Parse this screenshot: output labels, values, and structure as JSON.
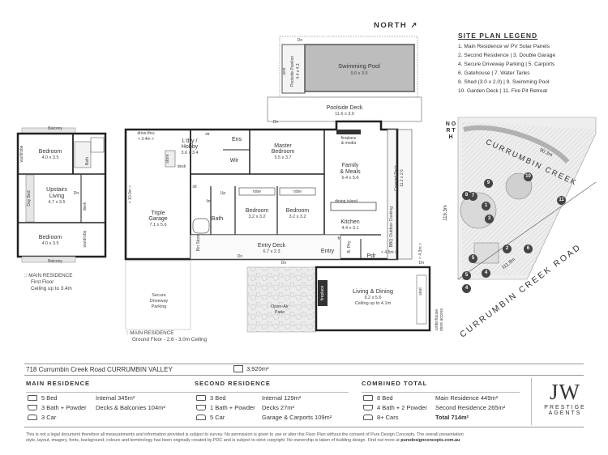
{
  "north_label": "NORTH ↗",
  "legend": {
    "title": "SITE PLAN LEGEND",
    "lines": [
      "1. Main Residence w/ PV Solar Panels",
      "2. Second Residence  |  3. Double Garage",
      "4. Secure Driveway Parking  |  5. Carports",
      "6. Gatehouse  |  7. Water Tanks",
      "8. Shed (3.0 x 2.0)  |  9. Swimming Pool",
      "10. Garden Deck  |  11. Fire Pit Retreat"
    ]
  },
  "site_map": {
    "north": "N O R T H",
    "creek": "CURRUMBIN CREEK",
    "road": "CURRUMBIN CREEK ROAD",
    "dim_creek": "90.3m",
    "dim_side": "119.3m",
    "dim_road": "111.8m",
    "markers": [
      "1",
      "2",
      "3",
      "4",
      "5",
      "6",
      "7",
      "8",
      "9",
      "10",
      "11",
      "5",
      "4"
    ]
  },
  "first_floor": {
    "rooms": {
      "balcony_top": "Balcony",
      "bedroom1": "Bedroom",
      "bedroom1_dim": "4.0 x 3.5",
      "wardrobe1": "wardrobe",
      "bath": "Bath",
      "upstairs_living": "Upstairs",
      "upstairs_living2": "Living",
      "upstairs_dim": "4.7 x 3.5",
      "day_bed": "Day Bed",
      "dn": "Dn",
      "desk": "desk",
      "bedroom2": "Bedroom",
      "bedroom2_dim": "4.0 x 3.5",
      "wardrobe2": "wardrobe",
      "balcony_bottom": "Balcony"
    },
    "caption1": ":: MAIN RESIDENCE",
    "caption2": "First Floor",
    "caption3": "Ceiling up to 3.4m"
  },
  "ground_floor": {
    "rooms": {
      "pool_pavilion": "Poolside Pavilion",
      "pool_pavilion_dim": "4.4 x 4.3",
      "sink": "sink",
      "dn_top": "Dn",
      "pool": "Swimming Pool",
      "pool_dim": "9.0 x 3.5",
      "pool_deck": "Poolside Deck",
      "pool_deck_dim": "11.6 x 3.0",
      "dn_deck": "Dn",
      "drive_thru": "drive-thru",
      "drive_thru_dim": "< 3.4m >",
      "garage_width": "< 10.9m >",
      "triple_garage": "Triple",
      "triple_garage2": "Garage",
      "garage_dim": "7.1 x 5.6",
      "store": "store",
      "bin_store": "Bin Store",
      "ldry": "L'dry /",
      "ldry2": "Hobby",
      "ldry_dim": "3.6 x 3.4",
      "desk": "desk",
      "str": "str",
      "ens": "Ens",
      "wir": "Wir",
      "master": "Master",
      "master2": "Bedroom",
      "master_dim": "5.5 x 3.7",
      "fireplace_media": "fireplace",
      "fireplace_media2": "& media",
      "family": "Family",
      "family2": "& Meals",
      "family_dim": "6.4 x 5.6",
      "covered_deck": "Covered Deck",
      "covered_deck_dim": "11.2 x 2.6",
      "dining_island": "dining island",
      "kitchen": "Kitchen",
      "kitchen_dim": "4.4 x 3.1",
      "outdoor_cooking": "Outdoor Cooking",
      "bbq": "BBQ",
      "stl": "stl",
      "up": "Up",
      "lin": "lin",
      "bath": "Bath",
      "robe1": "robe",
      "robe2": "robe",
      "bedroom1": "Bedroom",
      "bedroom1_dim": "3.2 x 3.2",
      "bedroom2": "Bedroom",
      "bedroom2_dim": "3.2 x 3.2",
      "fr": "fr",
      "pantry": "B. Ptry",
      "pdr": "Pdr",
      "entry": "Entry",
      "entry_deck": "Entry Deck",
      "entry_deck_dim": "6.7 x 2.3",
      "dn_a": "Dn",
      "dn_b": "Dn",
      "dn_c": "Dn",
      "dim_45a": "< 4.5m >",
      "dim_45b": "< 4.5m >",
      "dim_43": "< 4.3m >",
      "secure": "Secure",
      "driveway": "Driveway",
      "parking": "Parking",
      "open_air": "Open-Air",
      "patio": "Patio",
      "fireplace": "fireplace",
      "living": "Living & Dining",
      "living_dim": "9.2 x 5.6",
      "living_ceiling": "Ceiling up to 4.1m",
      "seat": "seat",
      "underhouse": "underhouse",
      "underhouse2": "store access"
    },
    "caption1": ":: MAIN RESIDENCE",
    "caption2": "Ground Floor - 2.6 - 3.0m Ceiling"
  },
  "info": {
    "address": "718 Currumbin Creek Road CURRUMBIN VALLEY",
    "land_area": "3,920m²",
    "main": {
      "heading": "MAIN RESIDENCE",
      "bed": "5 Bed",
      "bath": "3 Bath + Powder",
      "car": "3 Car",
      "stat1": "Internal 345m²",
      "stat2": "Decks & Balconies 104m²"
    },
    "second": {
      "heading": "SECOND RESIDENCE",
      "bed": "3 Bed",
      "bath": "1 Bath + Powder",
      "car": "5 Car",
      "stat1": "Internal 129m²",
      "stat2": "Decks 27m²",
      "stat3": "Garage & Carports 109m²"
    },
    "combined": {
      "heading": "COMBINED TOTAL",
      "bed": "8 Bed",
      "bath": "4 Bath + 2 Powder",
      "car": "8+ Cars",
      "stat1": "Main Residence 449m²",
      "stat2": "Second Residence 265m²",
      "stat3": "Total 714m²"
    },
    "brand_mark": "JW",
    "brand_line1": "PRESTIGE",
    "brand_line2": "AGENTS"
  },
  "footer": {
    "line1": "This is not a legal document therefore all measurements and information provided is subject to survey. No permission is given to use or alter this Floor Plan without the consent of Pure Design Concepts. The overall presentation",
    "line2": "style, layout, imagery, fonts, background, colours and terminology has been originally created by PDC and is subject to strict copyright. No ownership is taken of building design. Find out more at",
    "link": "puredesignconcepts.com.au"
  }
}
